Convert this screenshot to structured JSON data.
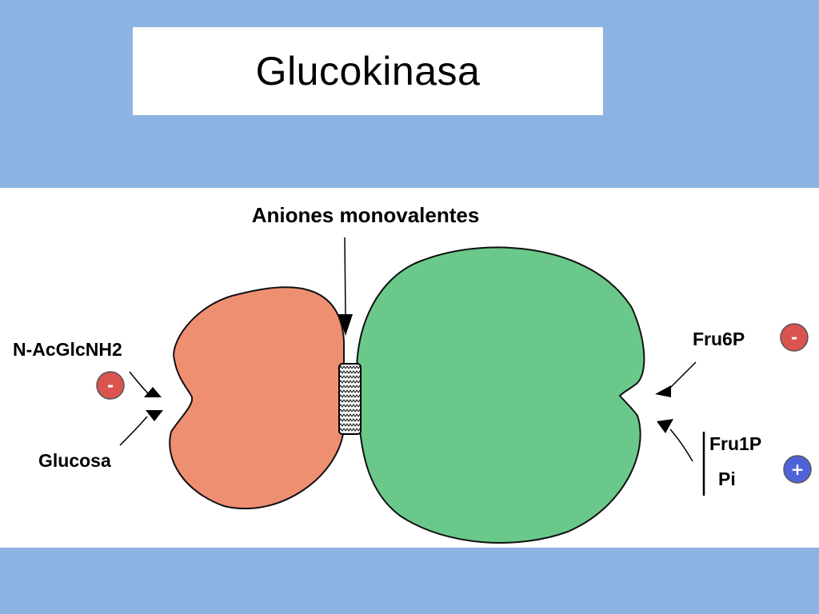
{
  "slide": {
    "title": "Glucokinasa"
  },
  "diagram": {
    "top_label": "Aniones monovalentes",
    "left_inhibitor_label": "N-AcGlcNH2",
    "left_substrate_label": "Glucosa",
    "right_inhibitor_label": "Fru6P",
    "right_activator_label_1": "Fru1P",
    "right_activator_label_2": "Pi",
    "badge_minus": "-",
    "badge_plus": "+",
    "colors": {
      "background": "#8db3e2",
      "left_domain": "#ef8f72",
      "right_domain": "#6ac98a",
      "inhibitor_badge": "#d9534f",
      "activator_badge": "#4f63d9"
    }
  }
}
